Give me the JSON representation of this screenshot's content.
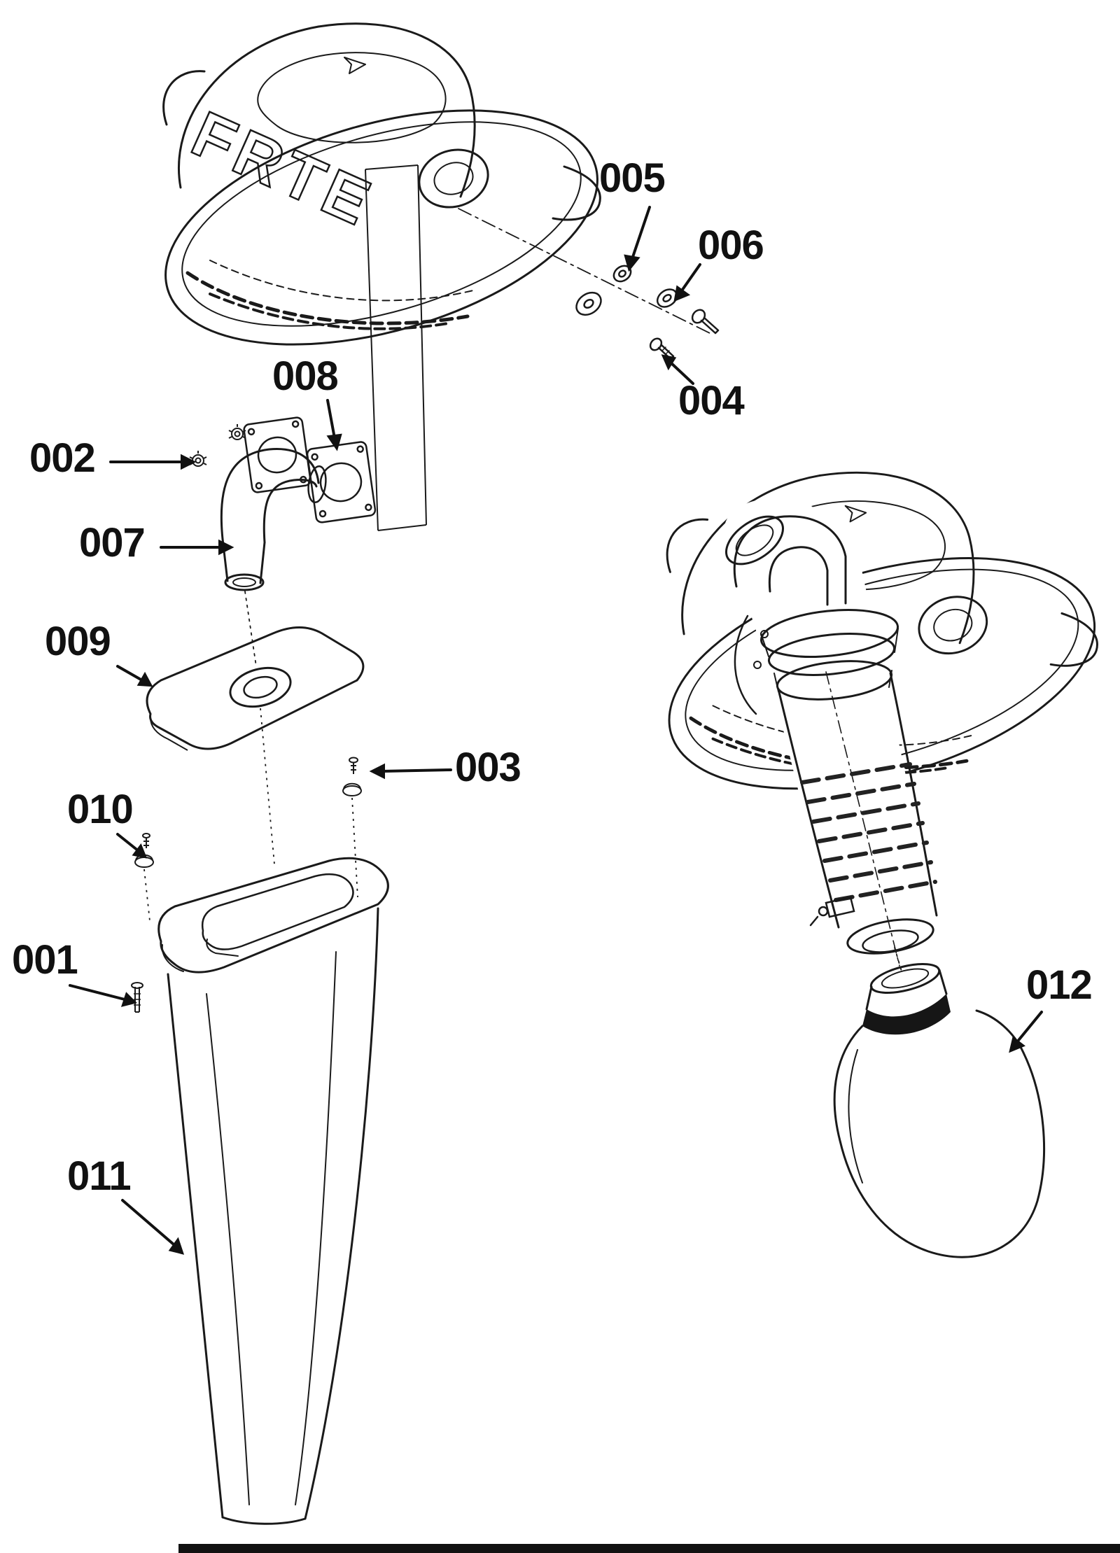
{
  "canvas": {
    "background": "#ffffff",
    "line_color": "#1a1a1a",
    "bar_color": "#111111"
  },
  "diagram": {
    "type": "exploded-parts-diagram",
    "housing_text": "FRTE",
    "labels": [
      {
        "id": "001",
        "text": "001"
      },
      {
        "id": "002",
        "text": "002"
      },
      {
        "id": "003",
        "text": "003"
      },
      {
        "id": "004",
        "text": "004"
      },
      {
        "id": "005",
        "text": "005"
      },
      {
        "id": "006",
        "text": "006"
      },
      {
        "id": "007",
        "text": "007"
      },
      {
        "id": "008",
        "text": "008"
      },
      {
        "id": "009",
        "text": "009"
      },
      {
        "id": "010",
        "text": "010"
      },
      {
        "id": "011",
        "text": "011"
      },
      {
        "id": "012",
        "text": "012"
      }
    ]
  }
}
